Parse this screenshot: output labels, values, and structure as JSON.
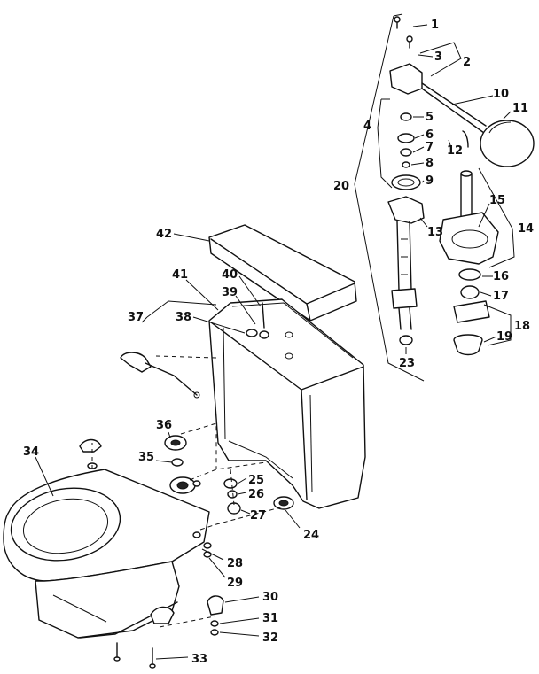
{
  "diagram": {
    "callouts": [
      {
        "id": "c1",
        "text": "1"
      },
      {
        "id": "c2",
        "text": "2"
      },
      {
        "id": "c3",
        "text": "3"
      },
      {
        "id": "c4",
        "text": "4"
      },
      {
        "id": "c5",
        "text": "5"
      },
      {
        "id": "c6",
        "text": "6"
      },
      {
        "id": "c7",
        "text": "7"
      },
      {
        "id": "c8",
        "text": "8"
      },
      {
        "id": "c9",
        "text": "9"
      },
      {
        "id": "c10",
        "text": "10"
      },
      {
        "id": "c11",
        "text": "11"
      },
      {
        "id": "c12",
        "text": "12"
      },
      {
        "id": "c13",
        "text": "13"
      },
      {
        "id": "c14",
        "text": "14"
      },
      {
        "id": "c15",
        "text": "15"
      },
      {
        "id": "c16",
        "text": "16"
      },
      {
        "id": "c17",
        "text": "17"
      },
      {
        "id": "c18",
        "text": "18"
      },
      {
        "id": "c19",
        "text": "19"
      },
      {
        "id": "c20",
        "text": "20"
      },
      {
        "id": "c23",
        "text": "23"
      },
      {
        "id": "c24",
        "text": "24"
      },
      {
        "id": "c25",
        "text": "25"
      },
      {
        "id": "c26",
        "text": "26"
      },
      {
        "id": "c27",
        "text": "27"
      },
      {
        "id": "c28",
        "text": "28"
      },
      {
        "id": "c29",
        "text": "29"
      },
      {
        "id": "c30",
        "text": "30"
      },
      {
        "id": "c31",
        "text": "31"
      },
      {
        "id": "c32",
        "text": "32"
      },
      {
        "id": "c33",
        "text": "33"
      },
      {
        "id": "c34",
        "text": "34"
      },
      {
        "id": "c35",
        "text": "35"
      },
      {
        "id": "c36",
        "text": "36"
      },
      {
        "id": "c37",
        "text": "37"
      },
      {
        "id": "c38",
        "text": "38"
      },
      {
        "id": "c39",
        "text": "39"
      },
      {
        "id": "c40",
        "text": "40"
      },
      {
        "id": "c41",
        "text": "41"
      },
      {
        "id": "c42",
        "text": "42"
      }
    ]
  }
}
